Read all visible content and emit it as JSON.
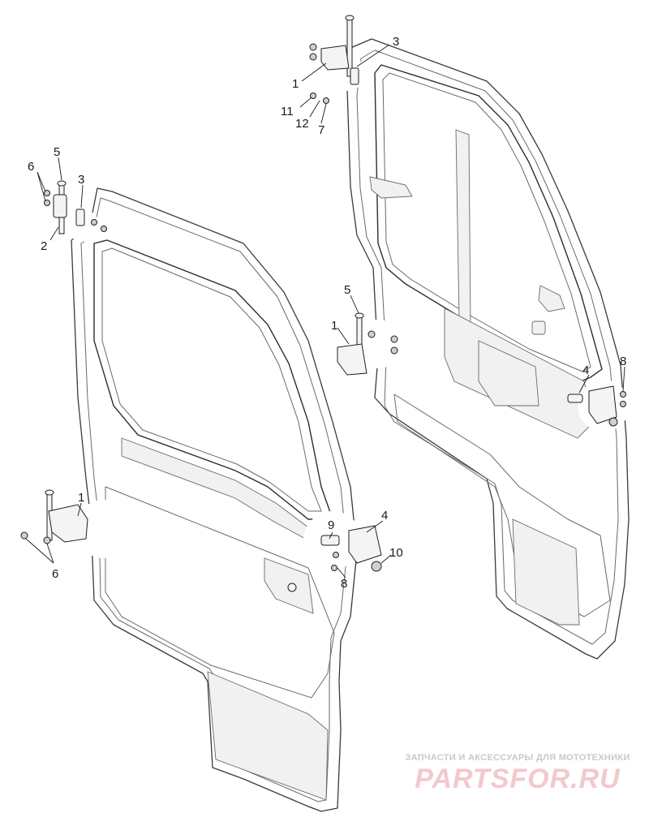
{
  "callouts": {
    "right_top_1": "1",
    "right_top_3": "3",
    "right_top_11": "11",
    "right_top_12": "12",
    "right_top_7": "7",
    "right_mid_5": "5",
    "right_mid_1": "1",
    "right_latch_4": "4",
    "right_latch_8": "8",
    "left_top_6": "6",
    "left_top_5": "5",
    "left_top_3": "3",
    "left_top_2": "2",
    "left_bottom_1": "1",
    "left_bottom_6": "6",
    "left_latch_9": "9",
    "left_latch_4": "4",
    "left_latch_10": "10",
    "left_latch_8": "8"
  },
  "watermark": {
    "tagline": "ЗАПЧАСТИ И АКСЕССУАРЫ ДЛЯ МОТОТЕХНИКИ",
    "logo": "PARTSFOR.RU"
  },
  "colors": {
    "line": "#3a3a3a",
    "text": "#1a1a1a",
    "watermark_logo": "#f2c9cc",
    "watermark_tagline": "#c9c9c9"
  }
}
